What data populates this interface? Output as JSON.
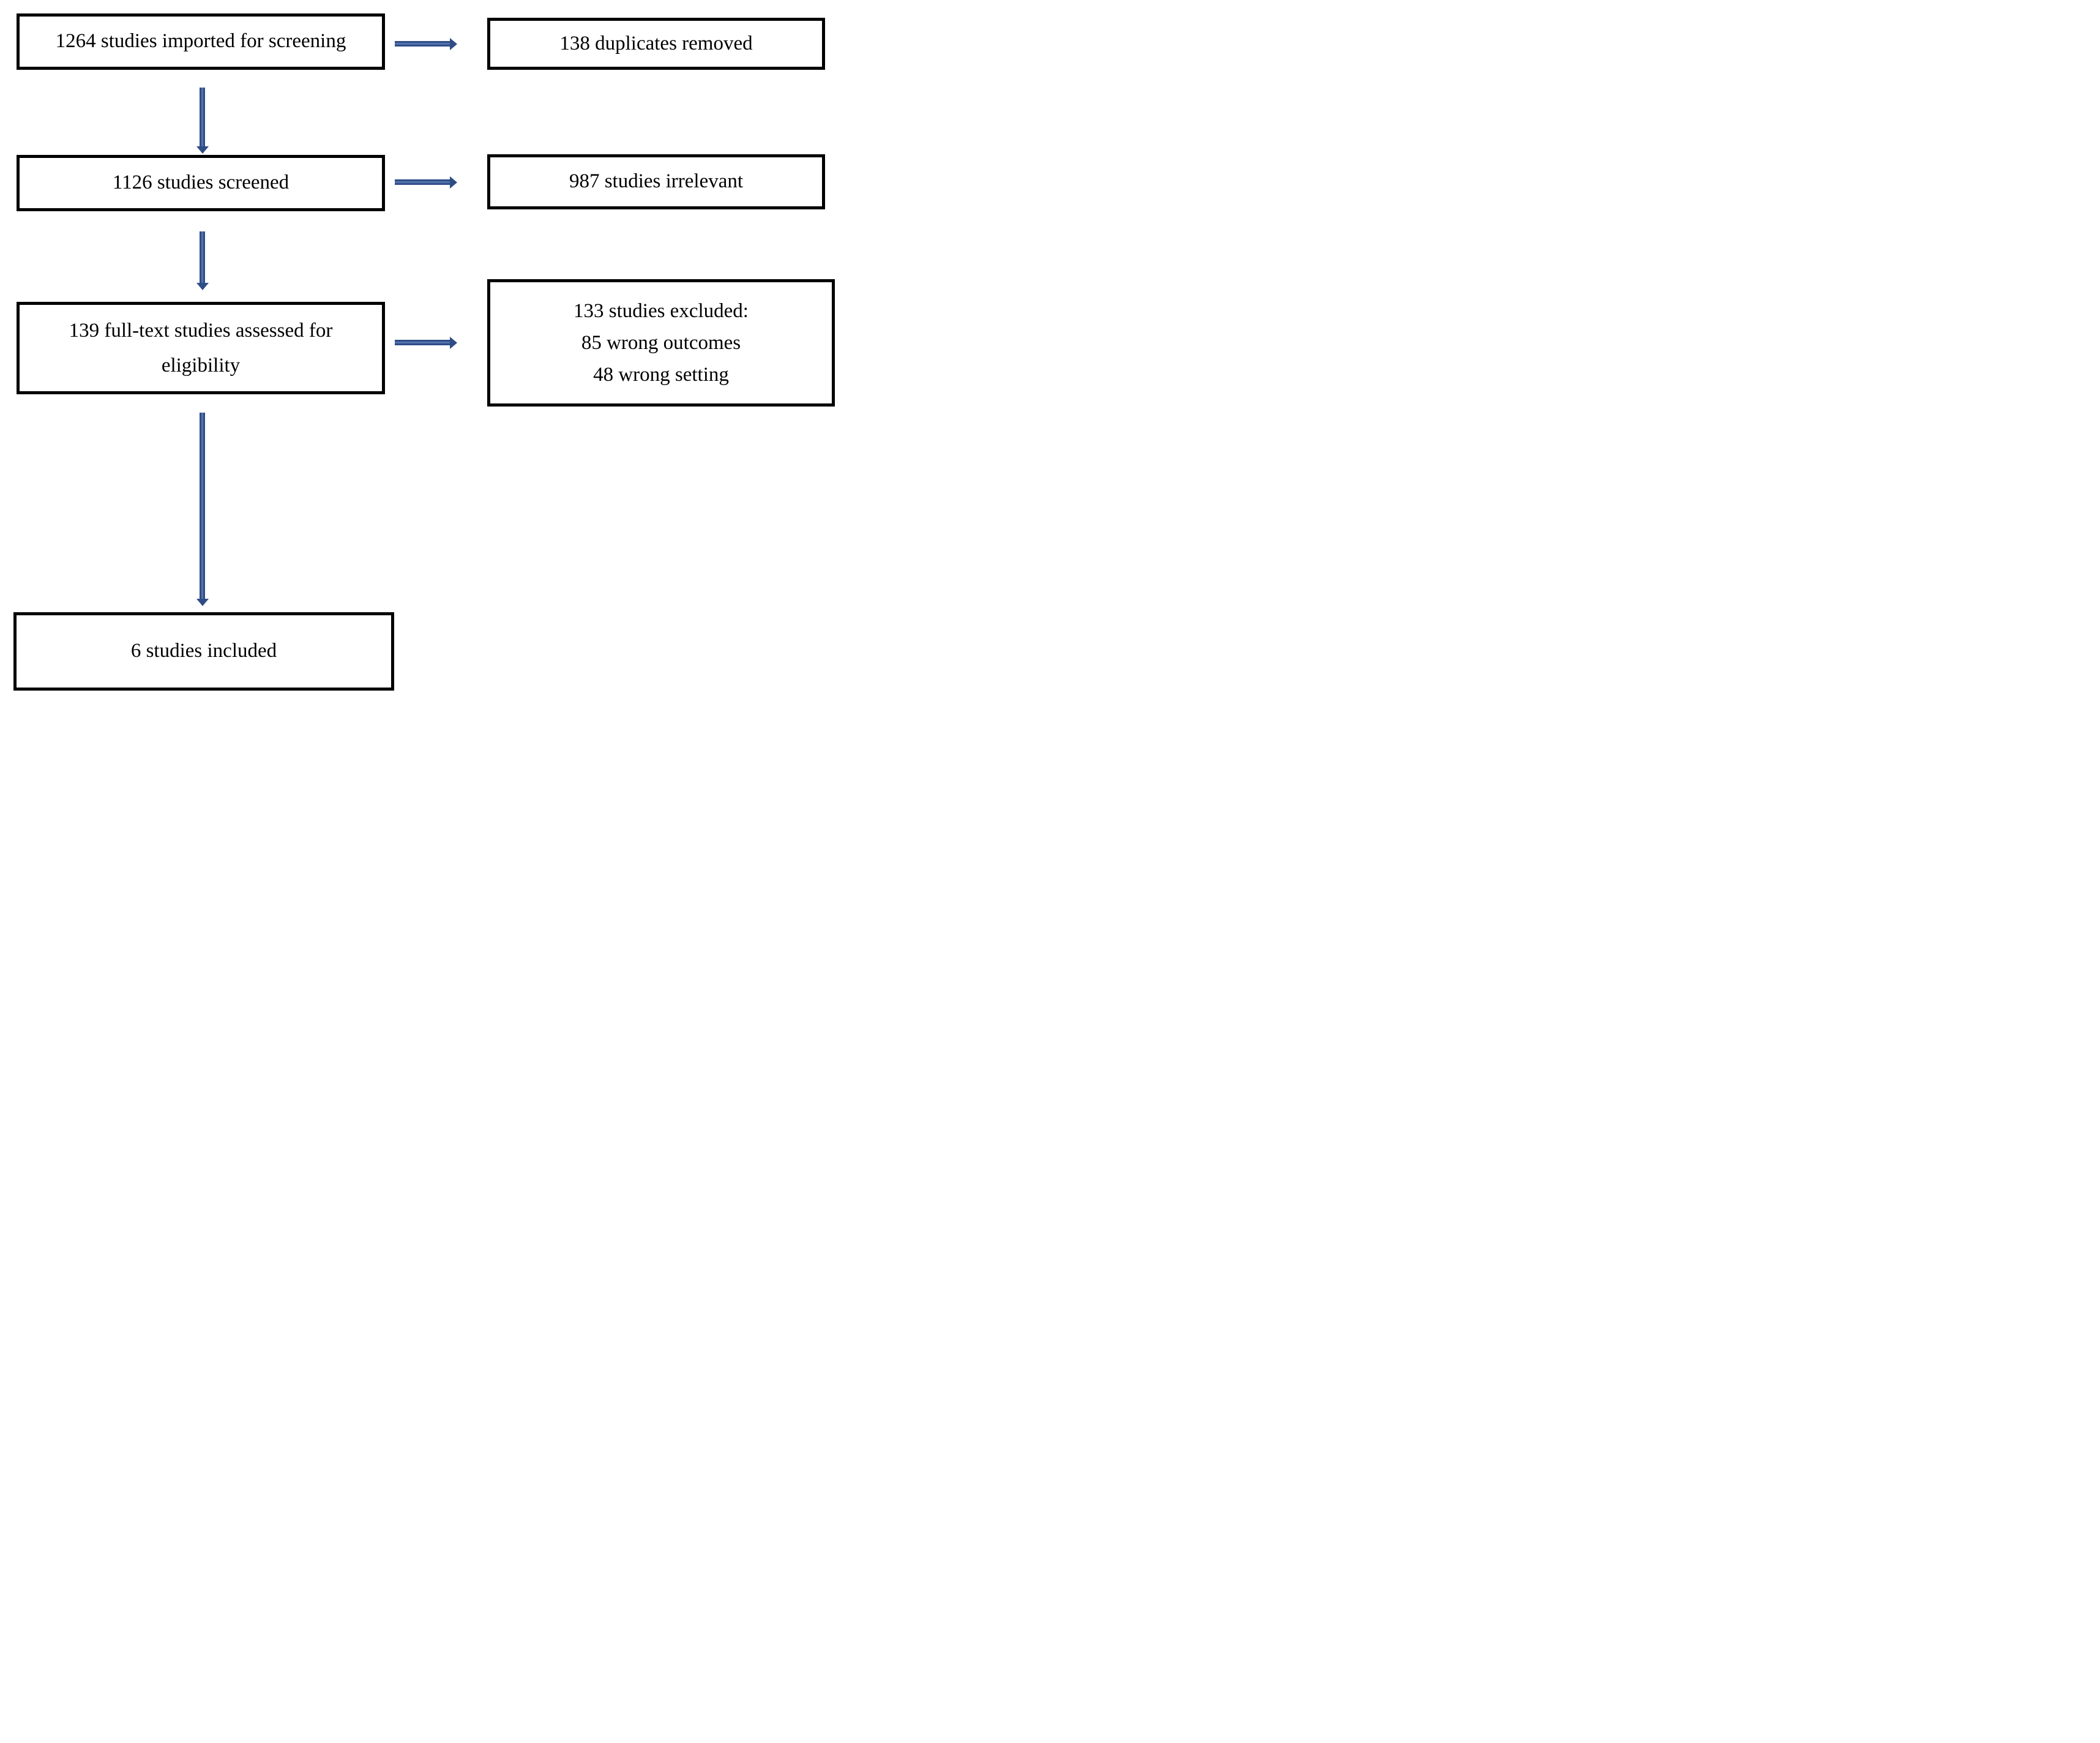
{
  "diagram": {
    "kind": "study-screening-flowchart",
    "colors": {
      "box_border": "#000000",
      "box_fill": "#ffffff",
      "text": "#000000",
      "arrow_dark": "#2f4d85",
      "arrow_light": "#6584bd",
      "background": "#ffffff"
    },
    "boxes": {
      "imported": {
        "lines": [
          "1264 studies imported for screening"
        ]
      },
      "duplicates": {
        "lines": [
          "138 duplicates removed"
        ]
      },
      "screened": {
        "lines": [
          "1126 studies screened"
        ]
      },
      "irrelevant": {
        "lines": [
          "987 studies irrelevant"
        ]
      },
      "fulltext": {
        "lines": [
          "139 full-text studies assessed for",
          "eligibility"
        ]
      },
      "excluded": {
        "lines": [
          "133 studies excluded:",
          "85 wrong outcomes",
          "48 wrong setting"
        ]
      },
      "included": {
        "lines": [
          "6 studies included"
        ]
      }
    }
  }
}
